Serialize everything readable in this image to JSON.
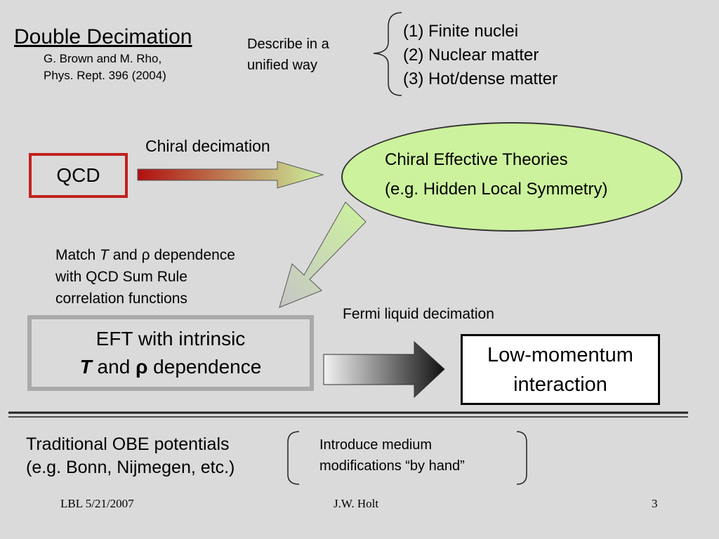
{
  "title": "Double Decimation",
  "reference": {
    "line1": "G. Brown and M. Rho,",
    "line2": "Phys. Rept. 396 (2004)"
  },
  "describe": {
    "line1": "Describe in a",
    "line2": "unified way"
  },
  "topics": [
    "(1) Finite nuclei",
    "(2) Nuclear matter",
    "(3) Hot/dense matter"
  ],
  "chiral_decimation_label": "Chiral decimation",
  "qcd_label": "QCD",
  "chiral_eft": {
    "line1": "Chiral Effective Theories",
    "line2": "(e.g. Hidden Local Symmetry)"
  },
  "match": {
    "line1_pre": "Match ",
    "T": "T",
    "and": " and ",
    "rho": "ρ",
    "line1_post": " dependence",
    "line2": "with QCD Sum Rule",
    "line3": "correlation functions"
  },
  "fermi_label": "Fermi liquid decimation",
  "eft_box": {
    "line1": "EFT with intrinsic",
    "T": "T",
    "and": " and ",
    "rho": "ρ",
    "post": " dependence"
  },
  "low_momentum": {
    "line1": "Low-momentum",
    "line2": "interaction"
  },
  "obe": {
    "line1": "Traditional OBE potentials",
    "line2": "(e.g. Bonn, Nijmegen, etc.)"
  },
  "medium": {
    "line1": "Introduce medium",
    "line2": "modifications “by hand”"
  },
  "footer": {
    "left": "LBL 5/21/2007",
    "center": "J.W. Holt",
    "right": "3"
  },
  "colors": {
    "background": "#dadada",
    "qcd_border": "#c0221d",
    "ellipse_fill": "#ccf29d",
    "eft_box_border": "#a9a9a9",
    "arrow_start": "#b01010",
    "arrow_end": "#ccf29d"
  }
}
